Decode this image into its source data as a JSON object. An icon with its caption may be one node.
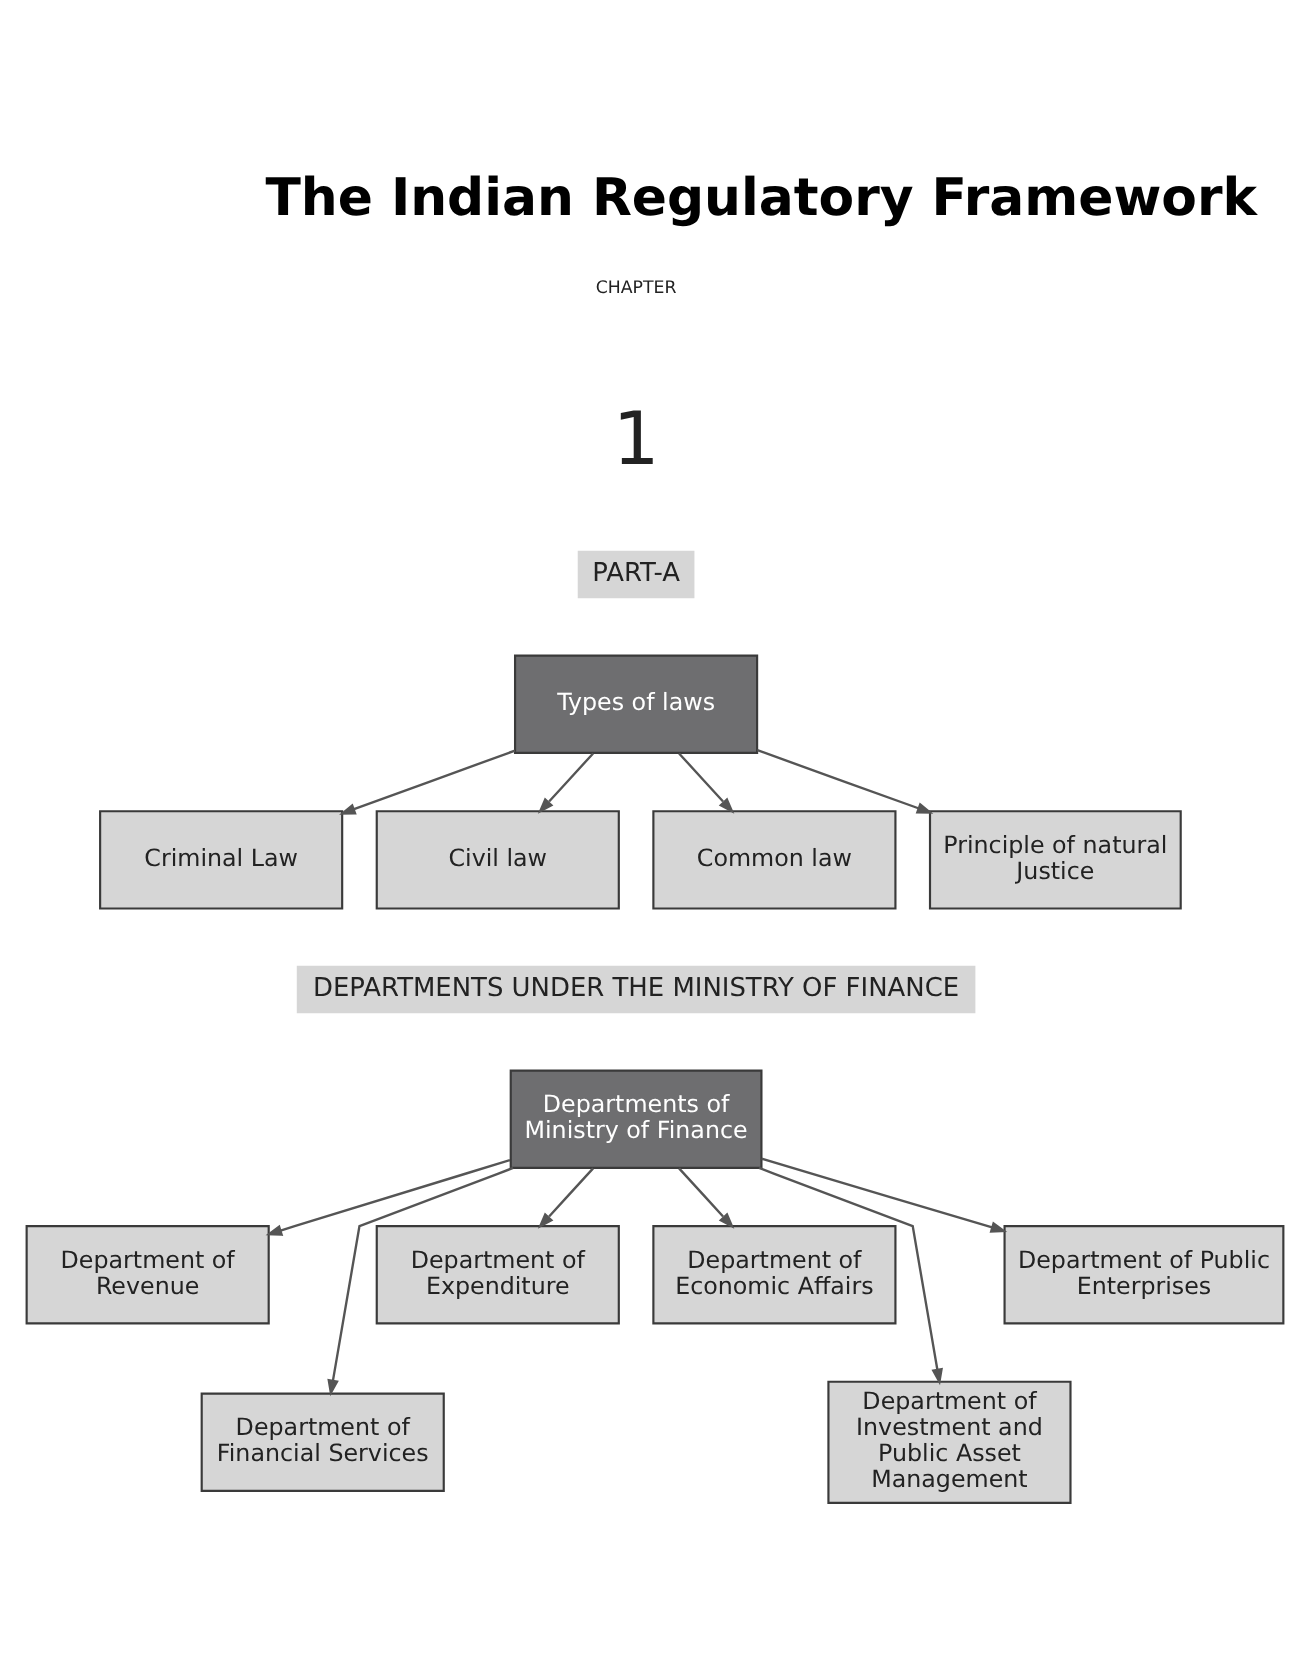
{
  "diagram": {
    "title": "The Indian Regulatory Framework",
    "nodes": [
      {
        "text": [
          "Types of laws"
        ]
      },
      {
        "text": [
          "Criminal Law"
        ]
      },
      {
        "text": [
          "Civil law"
        ]
      },
      {
        "text": [
          "Common law"
        ]
      },
      {
        "text": [
          "Principle of natural Justice"
        ]
      },
      {
        "text": [
          "Departments of Ministry of Finance"
        ]
      },
      {
        "text": [
          "Department of Revenue"
        ]
      },
      {
        "text": [
          "Department of Expenditure"
        ]
      },
      {
        "text": [
          "Department of Economic Affairs"
        ]
      },
      {
        "text": [
          "Department of Public Enterprises"
        ]
      },
      {
        "text": [
          "Department of Financial Services"
        ]
      },
      {
        "text": [
          "Department of Investment and Public Asset Management"
        ]
      }
    ],
    "edges": [
      {
        "from": 0,
        "to": 1,
        "arrow": "to"
      },
      {
        "from": 0,
        "to": 2,
        "arrow": "to"
      },
      {
        "from": 0,
        "to": 3,
        "arrow": "to"
      },
      {
        "from": 0,
        "to": 4,
        "arrow": "to"
      },
      {
        "from": 5,
        "to": 6,
        "arrow": "to"
      },
      {
        "from": 5,
        "to": 10,
        "arrow": "to"
      },
      {
        "from": 5,
        "to": 7,
        "arrow": "to"
      },
      {
        "from": 5,
        "to": 8,
        "arrow": "to"
      },
      {
        "from": 5,
        "to": 11,
        "arrow": "to"
      },
      {
        "from": 5,
        "to": 9,
        "arrow": "to"
      }
    ],
    "labels": [
      "CHAPTER",
      "1",
      "PART-A",
      "DEPARTMENTS UNDER THE MINISTRY OF FINANCE"
    ]
  }
}
